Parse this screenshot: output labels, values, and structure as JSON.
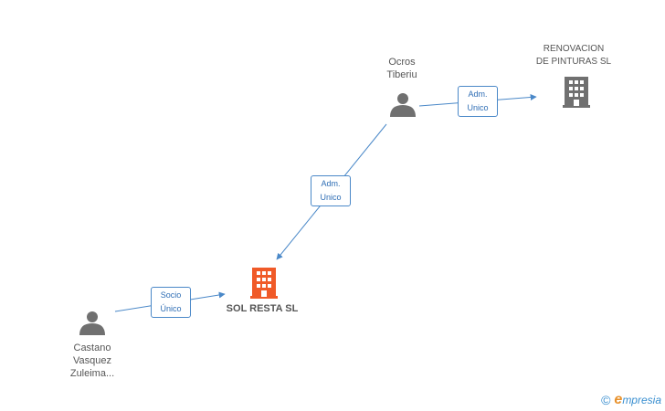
{
  "nodes": {
    "ocros": {
      "lines": [
        "Ocros",
        "Tiberiu"
      ],
      "type": "person"
    },
    "renovacion": {
      "lines": [
        "RENOVACION",
        "DE PINTURAS  SL"
      ],
      "type": "company"
    },
    "solresta": {
      "lines": [
        "SOL RESTA SL"
      ],
      "type": "company-main"
    },
    "castano": {
      "lines": [
        "Castano",
        "Vasquez",
        "Zuleima..."
      ],
      "type": "person"
    }
  },
  "edges": {
    "ocros_renovacion": {
      "lines": [
        "Adm.",
        "Unico"
      ]
    },
    "ocros_solresta": {
      "lines": [
        "Adm.",
        "Unico"
      ]
    },
    "castano_solresta": {
      "lines": [
        "Socio",
        "Único"
      ]
    }
  },
  "brand": {
    "copyright": "©",
    "logo_first": "e",
    "logo_rest": "mpresia"
  },
  "colors": {
    "edge": "#4a88c8",
    "person_icon": "#707070",
    "company_icon": "#707070",
    "main_company_icon": "#f05a28"
  }
}
